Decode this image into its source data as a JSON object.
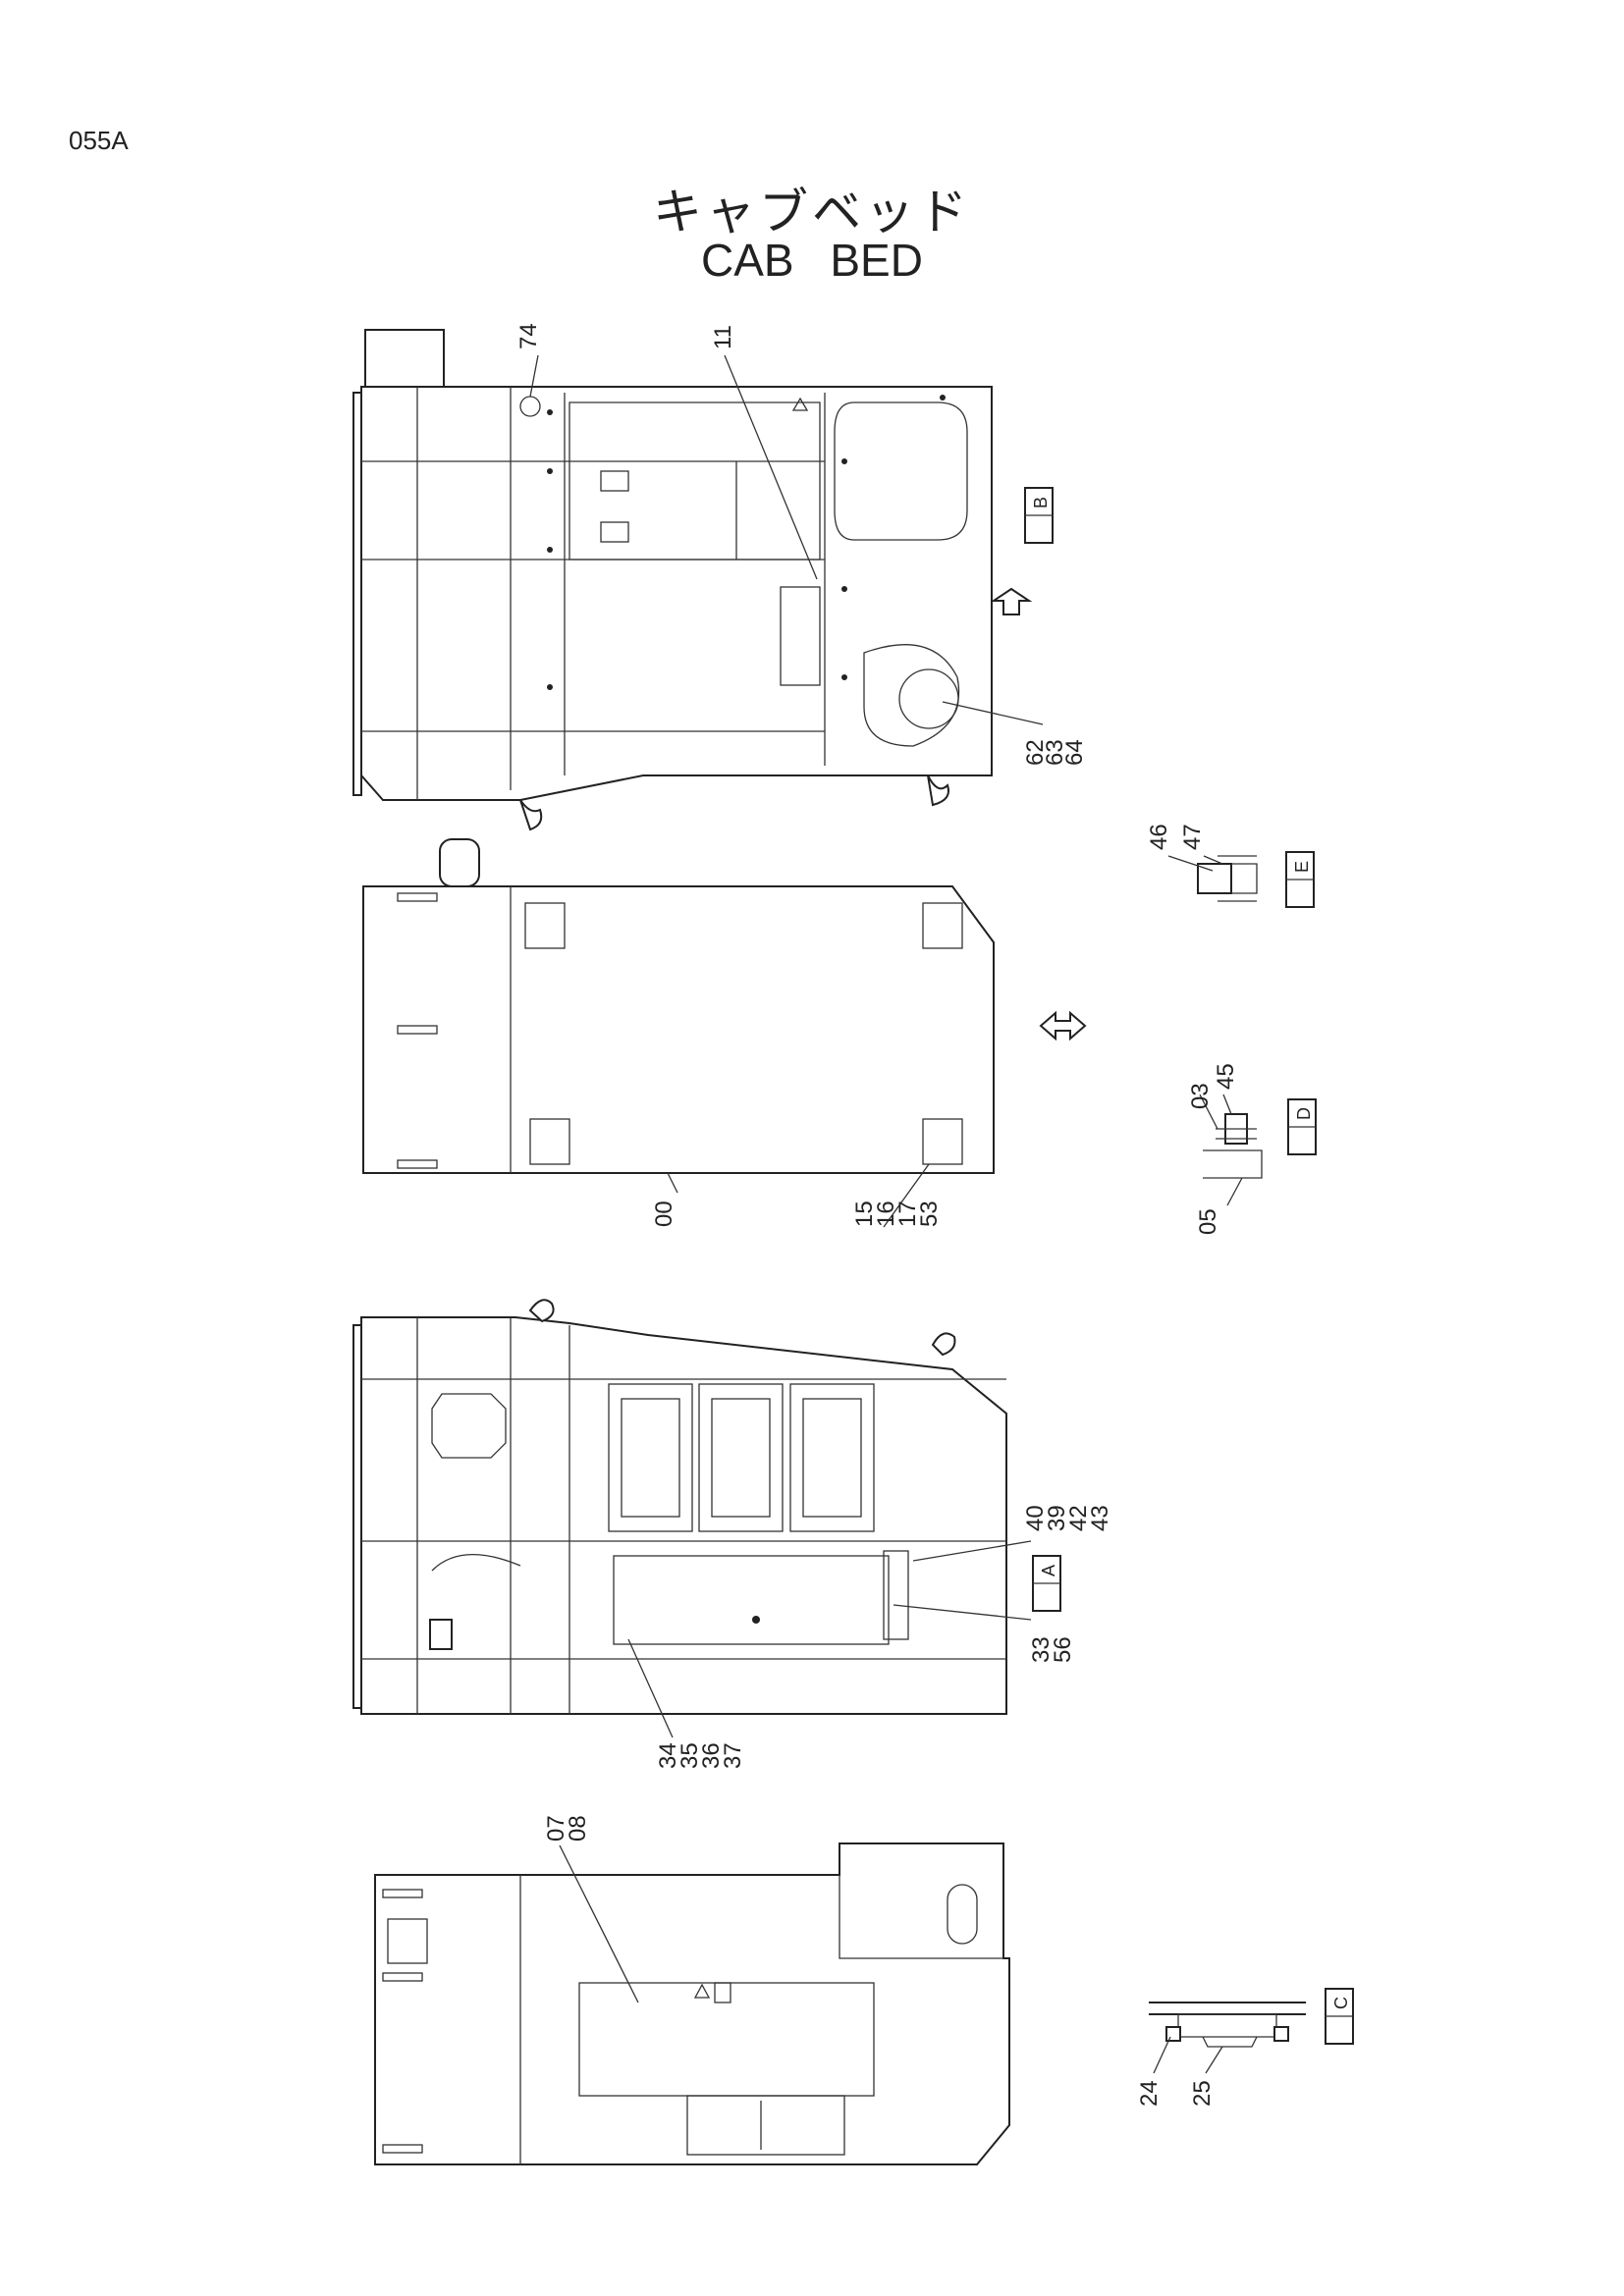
{
  "page_code": "055A",
  "title_jp": "キャブベッド",
  "title_en": "CAB   BED",
  "part_labels": {
    "p74": "74",
    "p11": "11",
    "p62": "62",
    "p63": "63",
    "p64": "64",
    "p46": "46",
    "p47": "47",
    "p03": "03",
    "p45": "45",
    "p05": "05",
    "p00": "00",
    "p15": "15",
    "p16": "16",
    "p17": "17",
    "p53": "53",
    "p40": "40",
    "p39": "39",
    "p42": "42",
    "p43": "43",
    "p33": "33",
    "p56": "56",
    "p34": "34",
    "p35": "35",
    "p36": "36",
    "p37": "37",
    "p07": "07",
    "p08": "08",
    "p24": "24",
    "p25": "25"
  },
  "section_tags": {
    "b": "B",
    "e": "E",
    "d": "D",
    "a": "A",
    "c": "C"
  },
  "icons": {
    "arrow_up": "arrow-up-icon",
    "arrow_both": "arrow-both-icon",
    "warning": "warning-triangle-icon"
  }
}
